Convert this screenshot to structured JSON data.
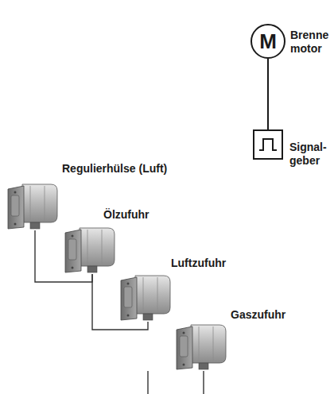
{
  "diagram": {
    "nodes": [
      {
        "text": [
          "M",
          "Brenne motor"
        ]
      },
      {
        "text": [
          "Signal- geber"
        ]
      },
      {
        "text": [
          "Regulierhülse (Luft)"
        ]
      },
      {
        "text": [
          "Ölzufuhr"
        ]
      },
      {
        "text": [
          "Luftzufuhr"
        ]
      },
      {
        "text": [
          "Gaszufuhr"
        ]
      }
    ],
    "edges": [
      {
        "from": 0,
        "to": 1,
        "arrow": "none"
      },
      {
        "from": 2,
        "to": 3,
        "arrow": "none"
      },
      {
        "from": 3,
        "to": 4,
        "arrow": "none"
      }
    ]
  }
}
